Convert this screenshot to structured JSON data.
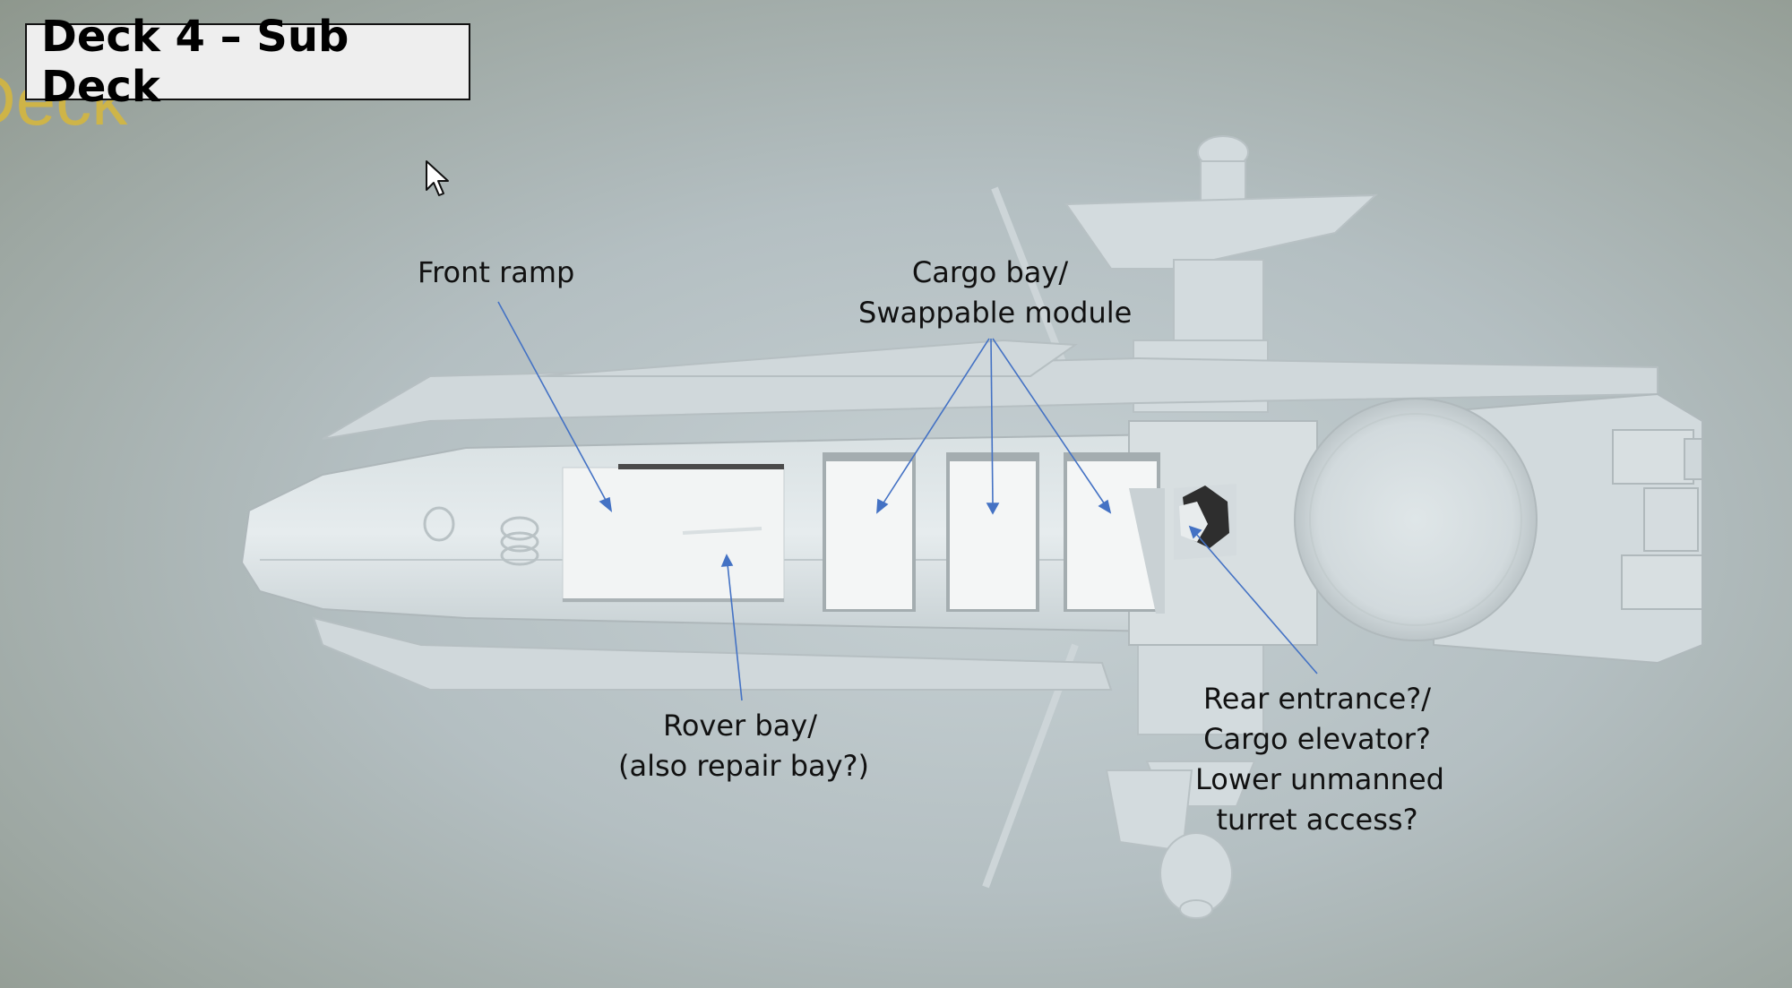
{
  "slide": {
    "title": "Deck 4 – Sub Deck",
    "background_text": "Deck"
  },
  "callouts": {
    "front_ramp": [
      "Front ramp"
    ],
    "cargo_bay": [
      "Cargo bay/",
      "Swappable module"
    ],
    "rover_bay": [
      "Rover bay/",
      "(also repair bay?)"
    ],
    "rear_entrance": [
      "Rear entrance?/",
      "Cargo elevator?",
      "Lower unmanned",
      "turret access?"
    ]
  },
  "colors": {
    "arrow": "#4472c4",
    "title_bg": "#eeeeee",
    "ghost_text": "#d8b83a"
  },
  "icons": {
    "cursor": "mouse-pointer-icon"
  }
}
